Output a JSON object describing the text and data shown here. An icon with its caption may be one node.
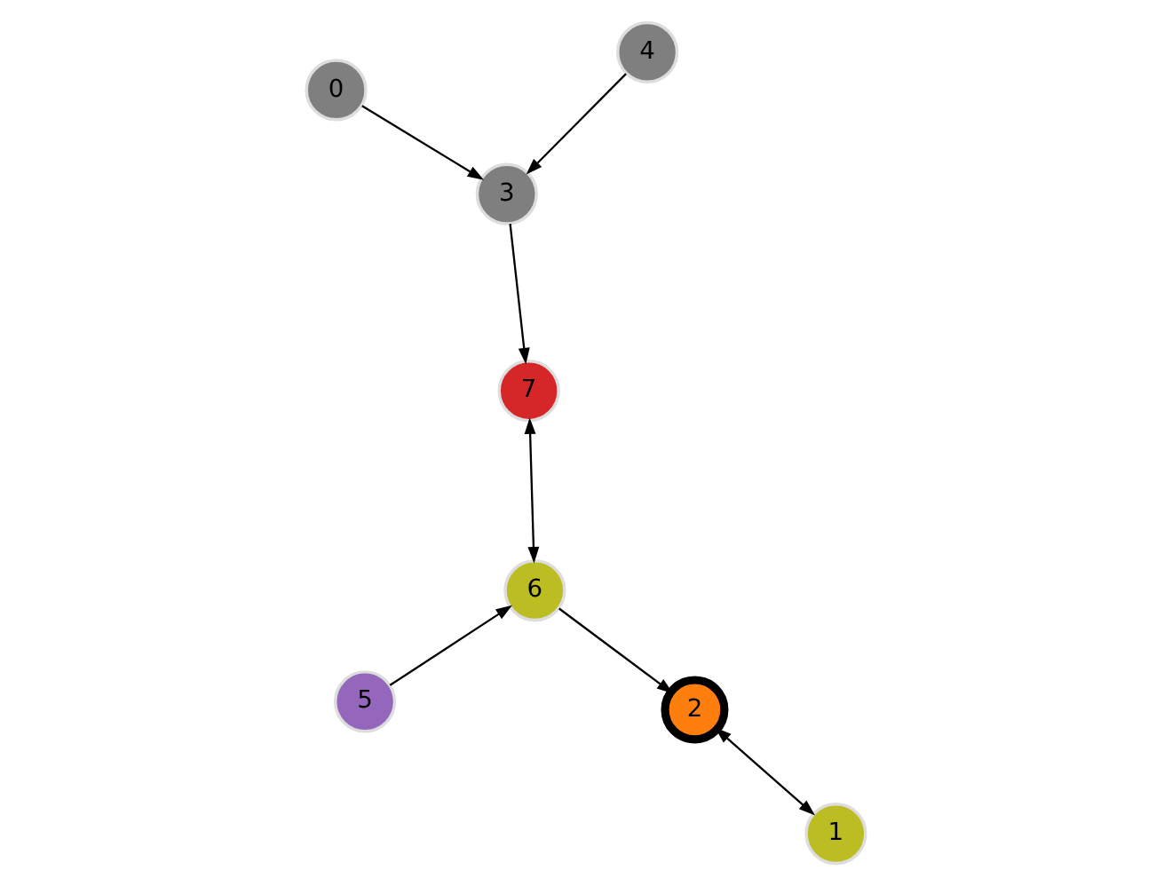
{
  "diagram": {
    "nodes": [
      {
        "text": [
          "0"
        ]
      },
      {
        "text": [
          "1"
        ]
      },
      {
        "text": [
          "2"
        ]
      },
      {
        "text": [
          "3"
        ]
      },
      {
        "text": [
          "4"
        ]
      },
      {
        "text": [
          "5"
        ]
      },
      {
        "text": [
          "6"
        ]
      },
      {
        "text": [
          "7"
        ]
      }
    ],
    "edges": [
      {
        "from": 6,
        "to": 2,
        "arrow": "to"
      },
      {
        "from": 2,
        "to": 1,
        "arrow": "both"
      },
      {
        "from": 6,
        "to": 7,
        "arrow": "both"
      },
      {
        "from": 5,
        "to": 6,
        "arrow": "to"
      },
      {
        "from": 3,
        "to": 7,
        "arrow": "to"
      },
      {
        "from": 0,
        "to": 3,
        "arrow": "to"
      },
      {
        "from": 4,
        "to": 3,
        "arrow": "to"
      }
    ]
  }
}
